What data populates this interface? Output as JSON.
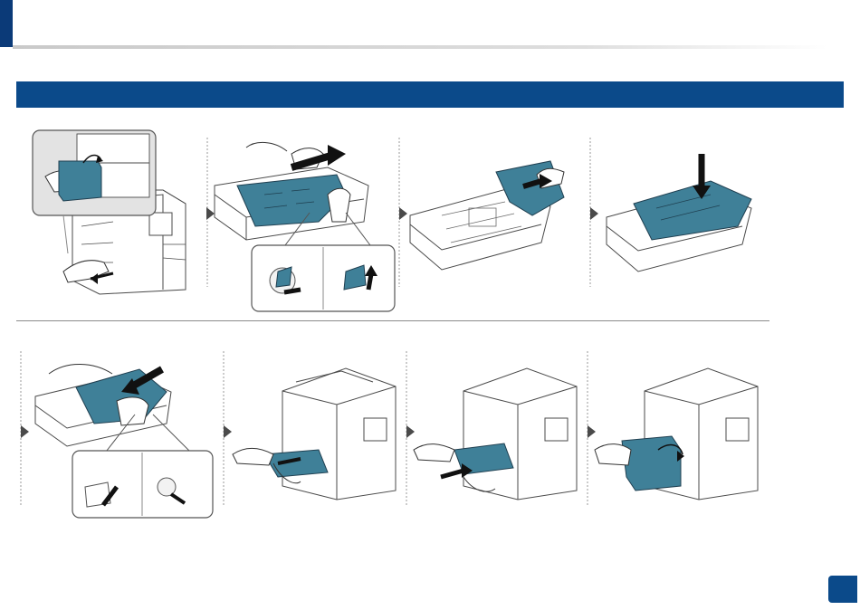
{
  "header": {
    "title": ""
  },
  "section": {
    "title": ""
  },
  "steps": [
    {
      "id": 1,
      "illustration": "open-right-cover-and-pull-tray"
    },
    {
      "id": 2,
      "illustration": "remove-tray-cover"
    },
    {
      "id": 3,
      "illustration": "load-paper"
    },
    {
      "id": 4,
      "illustration": "press-paper-down"
    },
    {
      "id": 5,
      "illustration": "close-tray-cover"
    },
    {
      "id": 6,
      "illustration": "remove-jammed-paper"
    },
    {
      "id": 7,
      "illustration": "insert-tray"
    },
    {
      "id": 8,
      "illustration": "close-right-cover"
    }
  ],
  "colors": {
    "brand": "#0b4a8a",
    "accent": "#3f8098",
    "line": "#4a4a4a"
  },
  "page_number": ""
}
